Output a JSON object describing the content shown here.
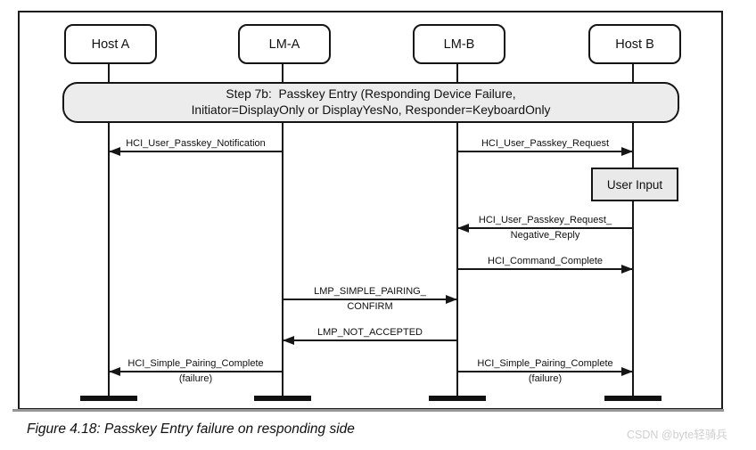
{
  "figure": {
    "caption": "Figure 4.18: Passkey Entry failure on responding side",
    "watermark": "CSDN @byte轻骑兵"
  },
  "diagram": {
    "actors": [
      {
        "label": "Host A"
      },
      {
        "label": "LM-A"
      },
      {
        "label": "LM-B"
      },
      {
        "label": "Host B"
      }
    ],
    "banner": {
      "line1": "Step 7b:  Passkey Entry (Responding Device Failure,",
      "line2": "Initiator=DisplayOnly or DisplayYesNo, Responder=KeyboardOnly"
    },
    "user_input": {
      "label": "User Input"
    },
    "messages": [
      {
        "label": "HCI_User_Passkey_Notification",
        "sublabel": "",
        "from": "LM-A",
        "to": "Host A",
        "direction": "left"
      },
      {
        "label": "HCI_User_Passkey_Request",
        "sublabel": "",
        "from": "LM-B",
        "to": "Host B",
        "direction": "right"
      },
      {
        "label": "HCI_User_Passkey_Request_",
        "sublabel": "Negative_Reply",
        "from": "Host B",
        "to": "LM-B",
        "direction": "left"
      },
      {
        "label": "HCI_Command_Complete",
        "sublabel": "",
        "from": "LM-B",
        "to": "Host B",
        "direction": "right"
      },
      {
        "label": "LMP_SIMPLE_PAIRING_",
        "sublabel": "CONFIRM",
        "from": "LM-A",
        "to": "LM-B",
        "direction": "right"
      },
      {
        "label": "LMP_NOT_ACCEPTED",
        "sublabel": "",
        "from": "LM-B",
        "to": "LM-A",
        "direction": "left"
      },
      {
        "label": "HCI_Simple_Pairing_Complete",
        "sublabel": "(failure)",
        "from": "LM-A",
        "to": "Host A",
        "direction": "left"
      },
      {
        "label": "HCI_Simple_Pairing_Complete",
        "sublabel": "(failure)",
        "from": "LM-B",
        "to": "Host B",
        "direction": "right"
      }
    ]
  },
  "colors": {
    "line": "#161616",
    "banner_fill": "#ececec",
    "note_fill": "#e9e9e9",
    "watermark_text": "#cfcfcf"
  }
}
